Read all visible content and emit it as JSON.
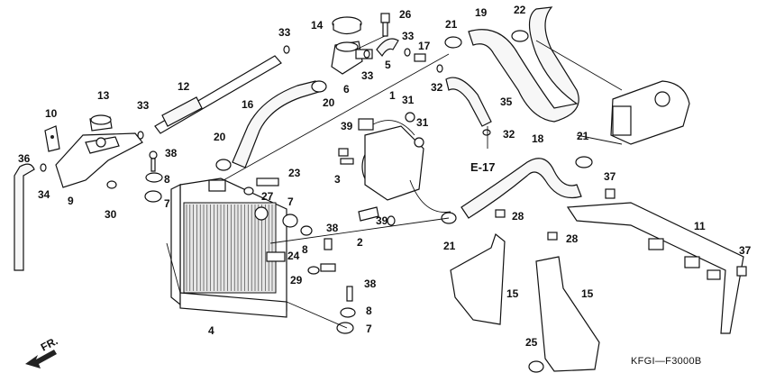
{
  "diagram": {
    "code": "KFGI—F3000B",
    "ref_label": "E-17",
    "direction_label": "FR.",
    "callouts": [
      "14",
      "26",
      "21",
      "19",
      "22",
      "33",
      "33",
      "17",
      "5",
      "33",
      "20",
      "6",
      "12",
      "13",
      "33",
      "16",
      "10",
      "32",
      "35",
      "1",
      "31",
      "31",
      "39",
      "20",
      "38",
      "23",
      "27",
      "3",
      "32",
      "36",
      "9",
      "34",
      "8",
      "30",
      "7",
      "7",
      "8",
      "24",
      "29",
      "38",
      "38",
      "8",
      "7",
      "4",
      "2",
      "39",
      "21",
      "28",
      "18",
      "21",
      "37",
      "11",
      "28",
      "15",
      "15",
      "25",
      "37"
    ]
  }
}
